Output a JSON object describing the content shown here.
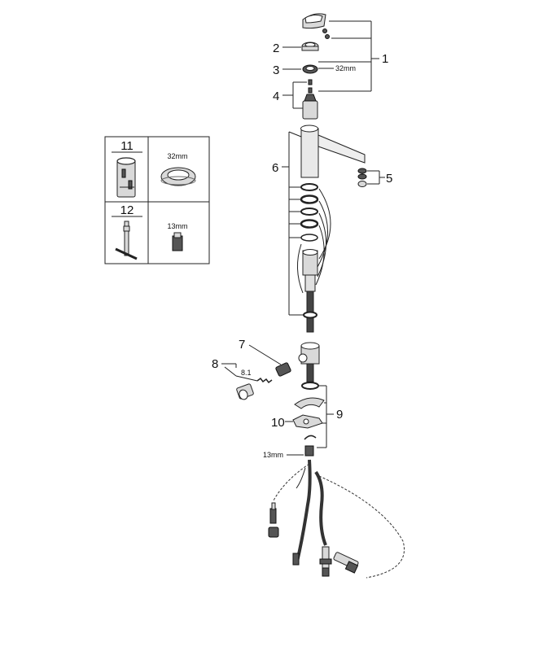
{
  "callouts": {
    "c1": "1",
    "c2": "2",
    "c3": "3",
    "c4": "4",
    "c5": "5",
    "c6": "6",
    "c7": "7",
    "c8": "8",
    "c8_1": "8.1",
    "c9": "9",
    "c10": "10"
  },
  "dimensions": {
    "seal_32mm": "32mm",
    "nut_13mm": "13mm"
  },
  "tool_table": {
    "row1": {
      "id": "11",
      "size": "32mm"
    },
    "row2": {
      "id": "12",
      "size": "13mm"
    }
  }
}
